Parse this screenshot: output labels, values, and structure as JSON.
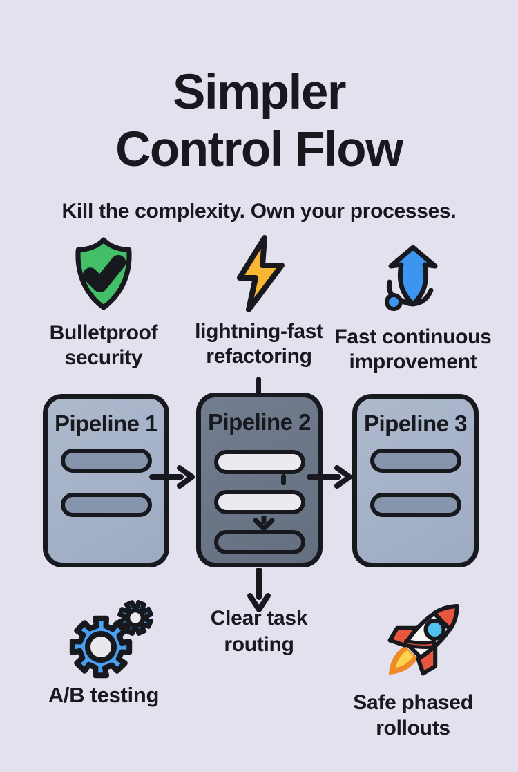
{
  "header": {
    "title_line1": "Simpler",
    "title_line2": "Control Flow",
    "subtitle": "Kill the complexity. Own your processes."
  },
  "features": [
    {
      "icon": "shield-check-icon",
      "line1": "Bulletproof",
      "line2": "security"
    },
    {
      "icon": "lightning-icon",
      "line1": "lightning-fast",
      "line2": "refactoring"
    },
    {
      "icon": "shield-upgrade-icon",
      "line1": "Fast continuous",
      "line2": "improvement"
    }
  ],
  "pipelines": [
    {
      "title": "Pipeline 1",
      "variant": "light",
      "slots": 2
    },
    {
      "title": "Pipeline 2",
      "variant": "dark",
      "slots": 3
    },
    {
      "title": "Pipeline 3",
      "variant": "light",
      "slots": 2
    }
  ],
  "flow_labels": {
    "task_routing_line1": "Clear task",
    "task_routing_line2": "routing",
    "ab_testing": "A/B testing",
    "rollout_line1": "Safe phased",
    "rollout_line2": "rollouts"
  },
  "icons": {
    "bottom_left": "gears-icon",
    "bottom_right": "rocket-icon"
  },
  "colors": {
    "background": "#e3e1ee",
    "ink": "#17191e",
    "shield_green": "#43bf68",
    "bolt_yellow": "#f7b733",
    "shield_blue": "#3c96f0",
    "gear_blue": "#4aa0f0",
    "rocket_red": "#e8563f",
    "rocket_window_blue": "#4fc2f0",
    "flame_orange": "#f08a26",
    "flame_yellow": "#ffd24d",
    "pipeline_light_fill": "#a6b2c8",
    "pipeline_light_pill": "#8695ab",
    "pipeline_dark_fill": "#6b7889",
    "pipeline_dark_pill": "#eceaef"
  }
}
